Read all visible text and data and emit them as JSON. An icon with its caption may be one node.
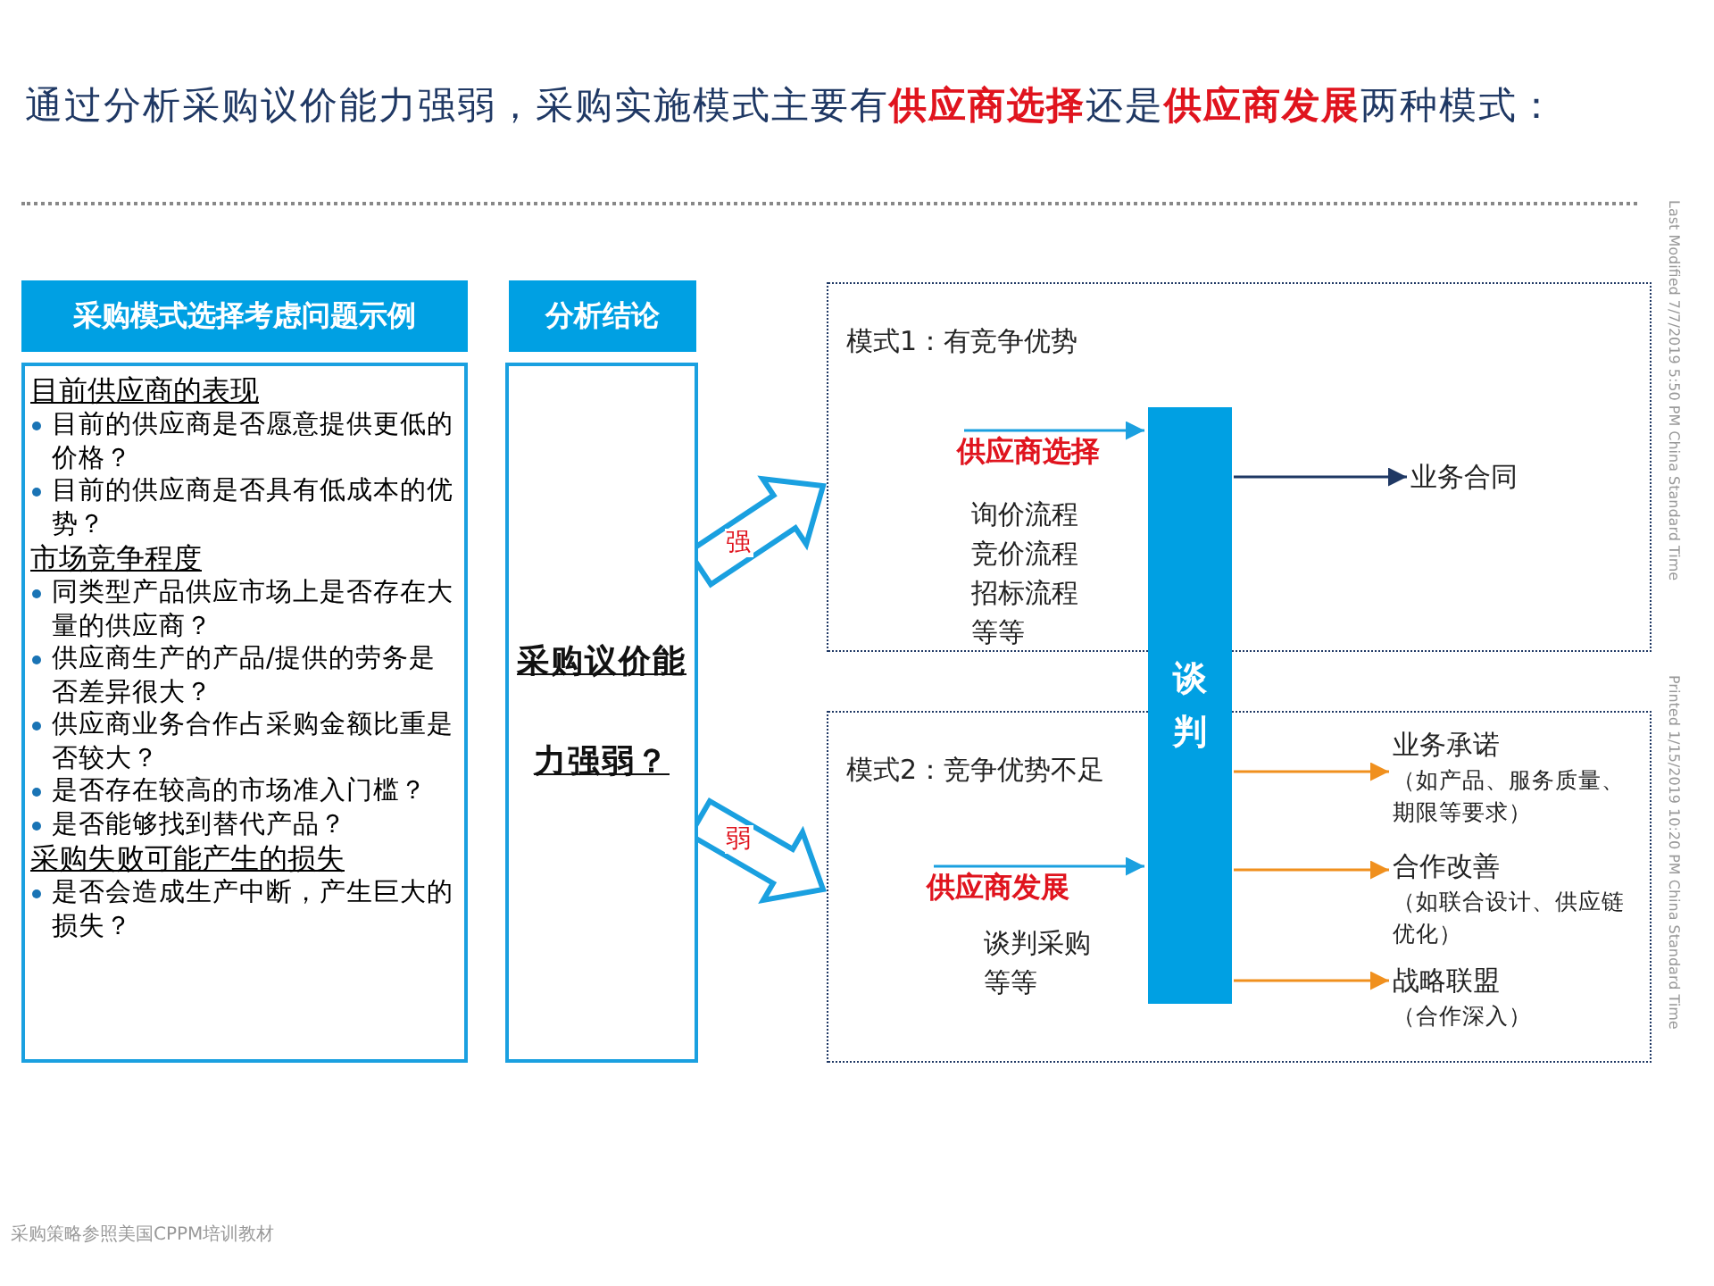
{
  "diagram": {
    "title": "通过分析采购议价能力强弱，采购实施模式主要有**供应商选择**还是**供应商发展**两种模式：",
    "nodes": [
      {
        "text": [
          "采购模式选择考虑问题示例"
        ]
      },
      {
        "text": [
          "目前供应商的表现",
          "目前的供应商是否愿意提供更低的价格？",
          "目前的供应商是否具有低成本的优势？",
          "市场竞争程度",
          "同类型产品供应市场上是否存在大量的供应商？",
          "供应商生产的产品/提供的劳务是否差异很大？",
          "供应商业务合作占采购金额比重是否较大？",
          "是否存在较高的市场准入门槛？",
          "是否能够找到替代产品？",
          "采购失败可能产生的损失",
          "是否会造成生产中断，产生巨大的损失？"
        ]
      },
      {
        "text": [
          "分析结论"
        ]
      },
      {
        "text": [
          "采购议价能力强弱？"
        ]
      },
      {
        "text": [
          "模式1：有竞争优势"
        ]
      },
      {
        "text": [
          "供应商选择"
        ],
        "in": 4
      },
      {
        "text": [
          "询价流程",
          "竞价流程",
          "招标流程",
          "等等"
        ],
        "in": 4
      },
      {
        "text": [
          "业务合同"
        ],
        "in": 4
      },
      {
        "text": [
          "模式2：竞争优势不足"
        ]
      },
      {
        "text": [
          "供应商发展"
        ],
        "in": 8
      },
      {
        "text": [
          "谈判采购",
          "等等"
        ],
        "in": 8
      },
      {
        "text": [
          "业务承诺",
          "（如产品、服务质量、期限等要求）"
        ],
        "in": 8
      },
      {
        "text": [
          "合作改善",
          "（如联合设计、供应链优化）"
        ],
        "in": 8
      },
      {
        "text": [
          "战略联盟",
          "（合作深入）"
        ],
        "in": 8
      },
      {
        "text": [
          "谈判"
        ]
      }
    ],
    "edges": [
      {
        "from": 3,
        "to": 4,
        "arrow": "to",
        "label": "强",
        "style": "thick",
        "color": "#1aa0e0"
      },
      {
        "from": 3,
        "to": 8,
        "arrow": "to",
        "label": "弱",
        "style": "thick",
        "color": "#1aa0e0"
      },
      {
        "from": 5,
        "to": 14,
        "arrow": "to",
        "color": "#1aa0e0"
      },
      {
        "from": 14,
        "to": 7,
        "arrow": "to",
        "color": "#1f3864"
      },
      {
        "from": 9,
        "to": 14,
        "arrow": "to",
        "color": "#1aa0e0"
      },
      {
        "from": 14,
        "to": 11,
        "arrow": "to",
        "color": "#f0901e"
      },
      {
        "from": 14,
        "to": 12,
        "arrow": "to",
        "color": "#f0901e"
      },
      {
        "from": 14,
        "to": 13,
        "arrow": "to",
        "color": "#f0901e"
      }
    ],
    "labels": [
      "Last Modified 7/7/2019 5:50 PM China Standard Time",
      "Printed 1/15/2019 10:20 PM China Standard Time",
      "采购策略参照美国CPPM培训教材"
    ]
  }
}
